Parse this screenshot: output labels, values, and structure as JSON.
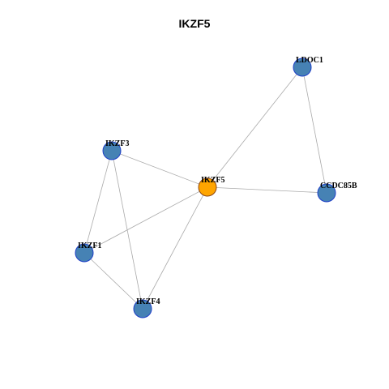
{
  "title": "IKZF5",
  "colors": {
    "focus_node_fill": "#FFA500",
    "focus_node_stroke": "#8B4513",
    "node_fill": "#4682B4",
    "node_stroke": "#1E3FC8",
    "edge": "#AAAAAA"
  },
  "nodes": [
    {
      "id": "IKZF5",
      "label": "IKZF5",
      "focus": true
    },
    {
      "id": "LDOC1",
      "label": "LDOC1",
      "focus": false
    },
    {
      "id": "IKZF3",
      "label": "IKZF3",
      "focus": false
    },
    {
      "id": "CCDC85B",
      "label": "CCDC85B",
      "focus": false
    },
    {
      "id": "IKZF1",
      "label": "IKZF1",
      "focus": false
    },
    {
      "id": "IKZF4",
      "label": "IKZF4",
      "focus": false
    }
  ],
  "edges": [
    [
      "IKZF5",
      "LDOC1"
    ],
    [
      "IKZF5",
      "CCDC85B"
    ],
    [
      "LDOC1",
      "CCDC85B"
    ],
    [
      "IKZF5",
      "IKZF3"
    ],
    [
      "IKZF5",
      "IKZF1"
    ],
    [
      "IKZF5",
      "IKZF4"
    ],
    [
      "IKZF3",
      "IKZF1"
    ],
    [
      "IKZF3",
      "IKZF4"
    ],
    [
      "IKZF1",
      "IKZF4"
    ]
  ]
}
